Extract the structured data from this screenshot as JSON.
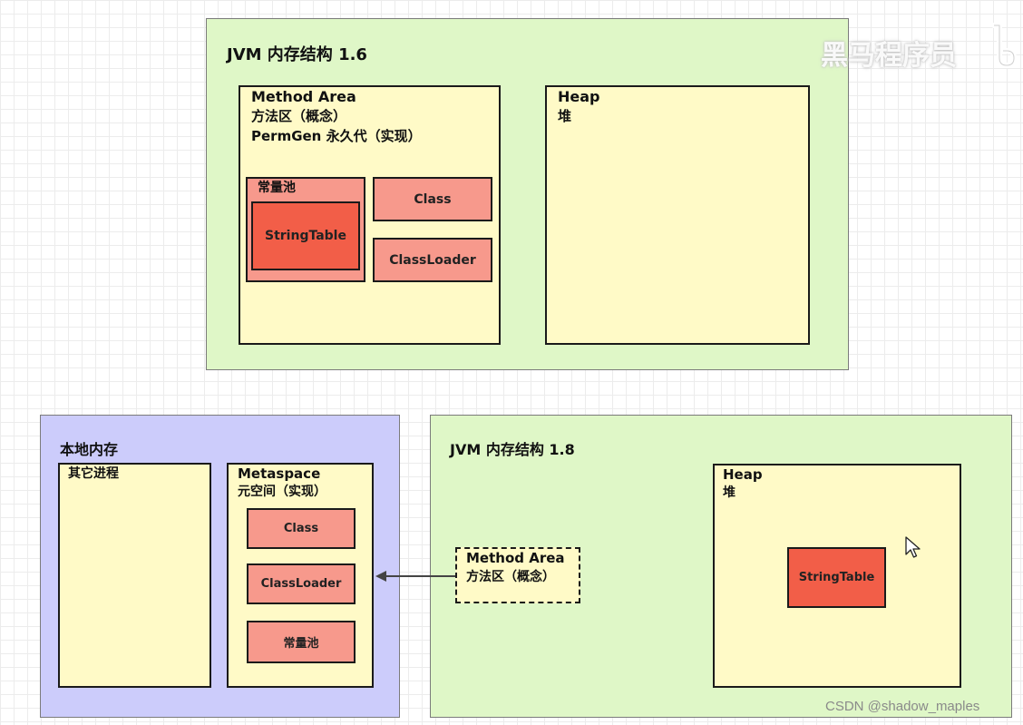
{
  "jvm16": {
    "title": "JVM 内存结构 1.6",
    "method_area": {
      "line1": "Method Area",
      "line2": "方法区（概念）",
      "line3": "PermGen 永久代（实现）"
    },
    "constant_pool": "常量池",
    "string_table": "StringTable",
    "class": "Class",
    "class_loader": "ClassLoader",
    "heap": {
      "line1": "Heap",
      "line2": "堆"
    }
  },
  "native_memory": {
    "title": "本地内存",
    "other_processes": "其它进程",
    "metaspace": {
      "line1": "Metaspace",
      "line2": "元空间（实现）"
    },
    "class": "Class",
    "class_loader": "ClassLoader",
    "constant_pool": "常量池"
  },
  "jvm18": {
    "title": "JVM 内存结构 1.8",
    "method_area": {
      "line1": "Method Area",
      "line2": "方法区（概念）"
    },
    "heap": {
      "line1": "Heap",
      "line2": "堆"
    },
    "string_table": "StringTable"
  },
  "watermark": "黑马程序员",
  "credit": "CSDN @shadow_maples",
  "colors": {
    "container_green": "#dff7c7",
    "container_purple": "#ccccfb",
    "area_yellow": "#fffac7",
    "box_salmon": "#f7998c",
    "box_red": "#f25e48"
  }
}
